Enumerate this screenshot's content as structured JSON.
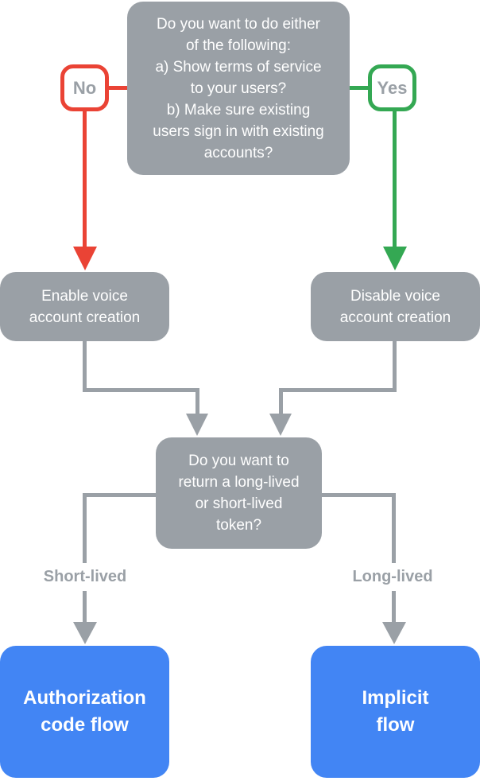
{
  "palette": {
    "gray": "#9AA0A6",
    "red": "#EA4335",
    "green": "#34A853",
    "blue": "#4285F4",
    "node_text": "#FFFFFF",
    "branch_label_text": "#9AA0A6"
  },
  "flowchart": {
    "top_question": {
      "text": "Do you want to do either\nof the following:\na) Show terms of service\nto your users?\nb) Make sure existing\nusers sign in with existing\naccounts?"
    },
    "no_badge": {
      "label": "No"
    },
    "yes_badge": {
      "label": "Yes"
    },
    "enable_box": {
      "text": "Enable voice\naccount creation"
    },
    "disable_box": {
      "text": "Disable voice\naccount creation"
    },
    "token_question": {
      "text": "Do you want to\nreturn a long-lived\nor short-lived\ntoken?"
    },
    "short_lived_label": {
      "text": "Short-lived"
    },
    "long_lived_label": {
      "text": "Long-lived"
    },
    "auth_code_box": {
      "text": "Authorization\ncode flow"
    },
    "implicit_box": {
      "text": "Implicit\nflow"
    }
  }
}
